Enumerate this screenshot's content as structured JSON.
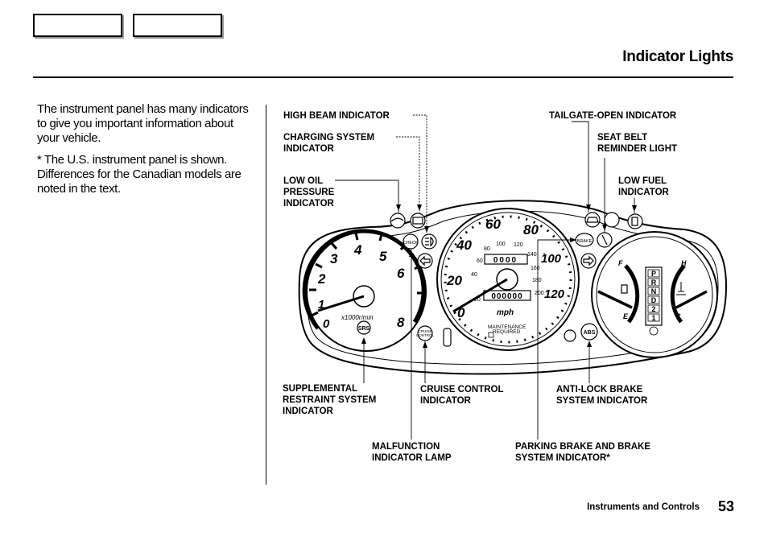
{
  "header": {
    "title": "Indicator Lights"
  },
  "intro": {
    "paragraph_1": "The instrument panel has many indicators to give you important information about your vehicle.",
    "paragraph_2": "* The U.S. instrument panel is shown. Differences for the Canadian models are noted in the text."
  },
  "labels": {
    "high_beam": "HIGH BEAM INDICATOR",
    "charging": "CHARGING SYSTEM\nINDICATOR",
    "low_oil": "LOW OIL\nPRESSURE\nINDICATOR",
    "tailgate": "TAILGATE-OPEN INDICATOR",
    "seat_belt": "SEAT BELT\nREMINDER LIGHT",
    "low_fuel": "LOW FUEL\nINDICATOR",
    "srs": "SUPPLEMENTAL\nRESTRAINT SYSTEM\nINDICATOR",
    "cruise": "CRUISE CONTROL\nINDICATOR",
    "abs": "ANTI-LOCK BRAKE\nSYSTEM INDICATOR",
    "malfunction": "MALFUNCTION\nINDICATOR LAMP",
    "parking_brake": "PARKING BRAKE AND BRAKE\nSYSTEM INDICATOR*"
  },
  "cluster": {
    "tach_numbers": [
      "0",
      "1",
      "2",
      "3",
      "4",
      "5",
      "6",
      "8"
    ],
    "tach_unit": "x1000r/min",
    "speed_mph": [
      "0",
      "20",
      "40",
      "60",
      "80",
      "100",
      "120"
    ],
    "speed_kmh": [
      "20",
      "40",
      "60",
      "80",
      "100",
      "120",
      "140",
      "160",
      "180",
      "200"
    ],
    "speed_unit": "mph",
    "maintenance_line1": "MAINTENANCE",
    "maintenance_line2": "REQUIRED",
    "trip_digits": "0000",
    "odo_digits": "000000",
    "gear_letters": [
      "P",
      "R",
      "N",
      "D",
      "2",
      "1"
    ],
    "fuel_full": "F",
    "fuel_empty": "E",
    "temp_hot": "H",
    "temp_cold": "C",
    "srs_badge": "SRS",
    "abs_badge": "ABS",
    "brake_badge": "BRAKE",
    "cruise_badge": "CRUISE\nCONTROL",
    "check_badge": "CHECK"
  },
  "footer": {
    "section": "Instruments and Controls",
    "page_number": "53"
  }
}
